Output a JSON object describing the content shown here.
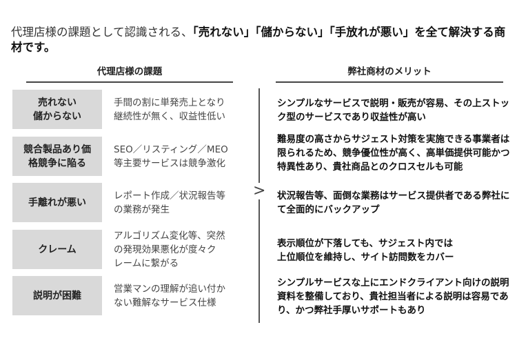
{
  "intro": {
    "plain": "代理店様の課題として認識される、",
    "bold": "「売れない」「儲からない」「手放れが悪い」を全て解決する商材です。"
  },
  "headers": {
    "left": "代理店様の課題",
    "right": "弊社商材のメリット"
  },
  "separator": ">",
  "rows": [
    {
      "issue": "売れない\n儲からない",
      "problem": "手間の割に単発売上となり\n継続性が無く、収益性低い",
      "merit": "シンプルなサービスで説明・販売が容易、その上ストック型のサービスであり収益性が高い"
    },
    {
      "issue": "競合製品あり価\n格競争に陥る",
      "problem": "SEO／リスティング／MEO\n等主要サービスは競争激化",
      "merit": "難易度の高さからサジェスト対策を実施できる事業者は限られるため、競争優位性が高く、高単価提供可能かつ特異性あり、貴社商品とのクロスセルも可能"
    },
    {
      "issue": "手離れが悪い",
      "problem": "レポート作成／状況報告等\nの業務が発生",
      "merit": "状況報告等、面倒な業務はサービス提供者である弊社にて全面的にバックアップ"
    },
    {
      "issue": "クレーム",
      "problem": "アルゴリズム変化等、突然\nの発現効果悪化が度々ク\nレームに繋がる",
      "merit": "表示順位が下落しても、サジェスト内では\n上位順位を維持し、サイト訪問数をカバー"
    },
    {
      "issue": "説明が困難",
      "problem": "営業マンの理解が追い付か\nない難解なサービス仕様",
      "merit": "シンプルサービスな上にエンドクライアント向けの説明資料を整備しており、貴社担当者による説明は容易であり、かつ弊社手厚いサポートもあり"
    }
  ]
}
